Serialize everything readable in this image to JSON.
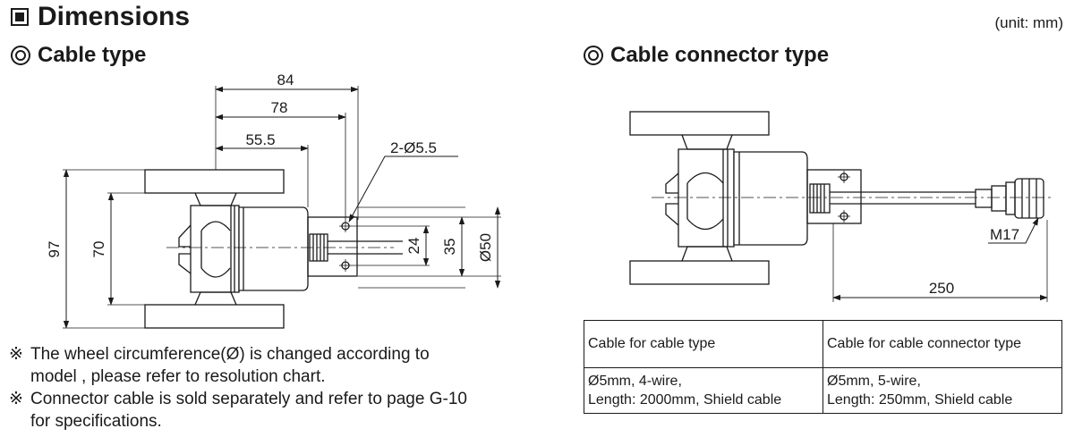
{
  "header": {
    "title": "Dimensions",
    "unit_note": "(unit: mm)"
  },
  "sections": {
    "cable_type": "Cable type",
    "connector_type": "Cable connector type"
  },
  "dimensions_cable": {
    "d84": "84",
    "d78": "78",
    "d55_5": "55.5",
    "hole": "2-Ø5.5",
    "d97": "97",
    "d70": "70",
    "d24": "24",
    "d35": "35",
    "d50": "Ø50"
  },
  "dimensions_connector": {
    "thread": "M17",
    "d250": "250"
  },
  "notes": [
    {
      "mark": "※",
      "lines": [
        "The wheel circumference(Ø) is changed according to",
        "model , please refer to resolution chart."
      ]
    },
    {
      "mark": "※",
      "lines": [
        "Connector cable is sold separately and refer to page G-10",
        "for specifications."
      ]
    }
  ],
  "table": {
    "headers": [
      "Cable for cable type",
      "Cable for cable connector type"
    ],
    "rows": [
      [
        "Ø5mm, 4-wire,",
        "Ø5mm, 5-wire,"
      ],
      [
        "Length: 2000mm, Shield cable",
        "Length: 250mm, Shield cable"
      ]
    ]
  },
  "colors": {
    "line": "#1a1a1a",
    "background": "#ffffff"
  }
}
